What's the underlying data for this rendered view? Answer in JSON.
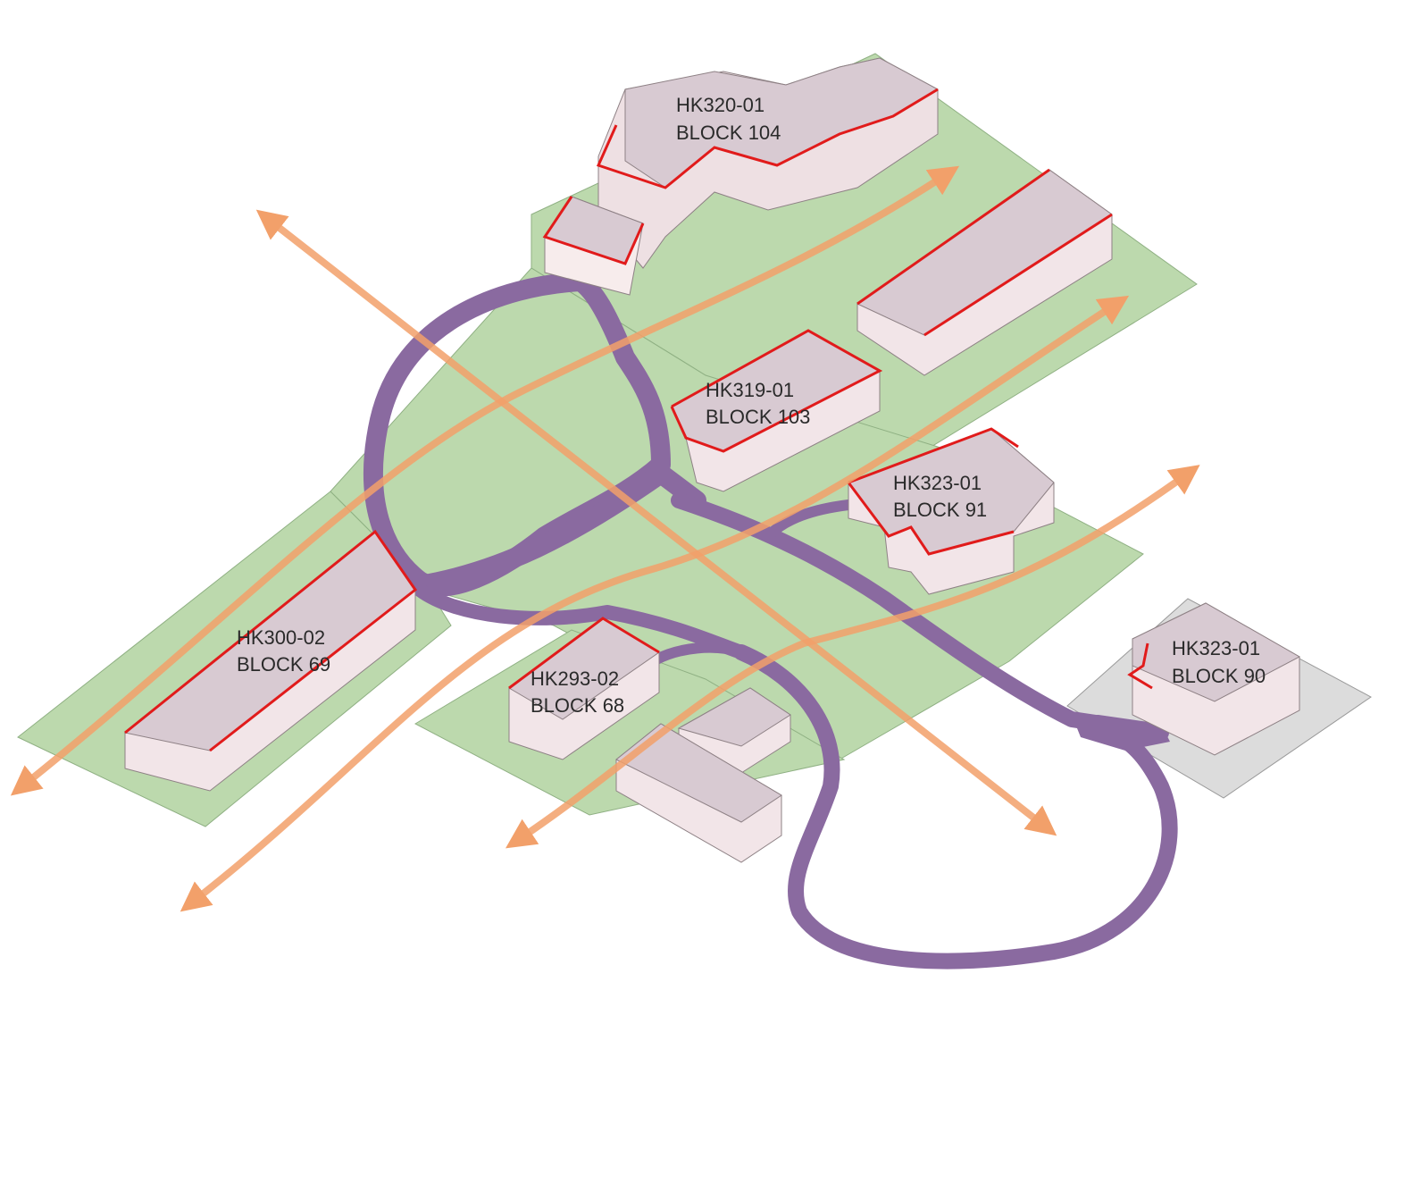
{
  "colors": {
    "ground": "#bcd9ad",
    "ground_shade": "#a9c99b",
    "plaza": "#dcdcdc",
    "road": "#8a6aa0",
    "road_edge": "#6e5086",
    "building_roof": "#d8cad2",
    "building_side": "#eee0e3",
    "building_front": "#f7ecec",
    "outline": "#e11b1b",
    "arrow": "#f2a06a"
  },
  "buildings": [
    {
      "code": "HK320-01",
      "block": "BLOCK 104"
    },
    {
      "code": "HK319-01",
      "block": "BLOCK 103"
    },
    {
      "code": "HK323-01",
      "block": "BLOCK 91"
    },
    {
      "code": "HK323-01",
      "block": "BLOCK 90"
    },
    {
      "code": "HK300-02",
      "block": "BLOCK 69"
    },
    {
      "code": "HK293-02",
      "block": "BLOCK 68"
    }
  ]
}
